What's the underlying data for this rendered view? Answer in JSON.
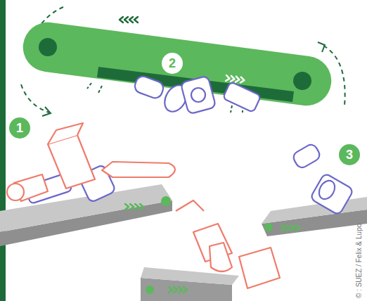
{
  "diagram": {
    "nodes": [
      {
        "text": [
          "1"
        ]
      },
      {
        "text": [
          "2"
        ]
      },
      {
        "text": [
          "3"
        ]
      }
    ],
    "labels": [
      "© : SUEZ / Felix & Lupo"
    ]
  }
}
